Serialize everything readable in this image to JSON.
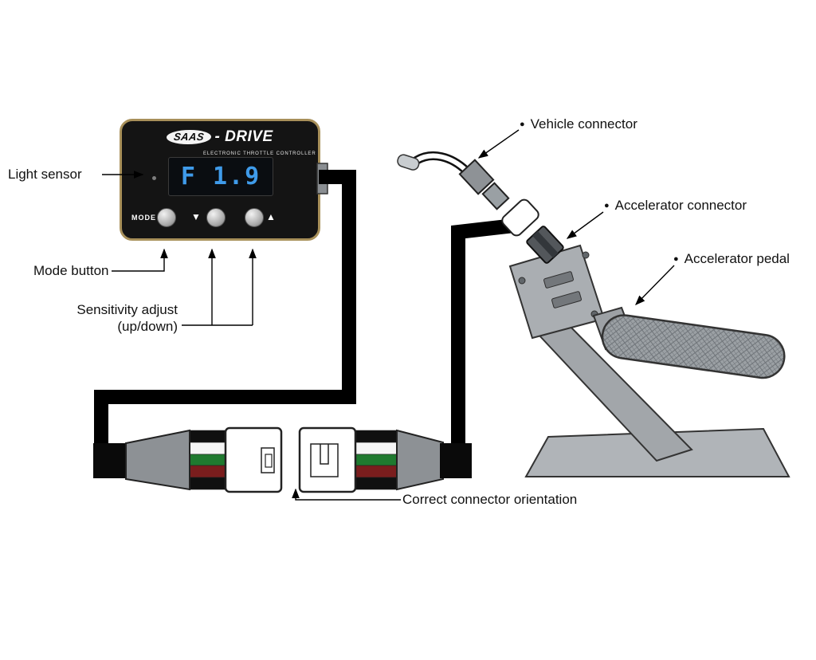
{
  "device": {
    "brand": "SAAS",
    "brand_suffix": "- DRIVE",
    "subtitle": "ELECTRONIC THROTTLE CONTROLLER",
    "display_value": "F 1.9",
    "mode_label": "MODE",
    "down_glyph": "▼",
    "up_glyph": "▲"
  },
  "labels": {
    "bullet": "●",
    "light_sensor": "Light sensor",
    "mode_button": "Mode button",
    "sensitivity_line1": "Sensitivity adjust",
    "sensitivity_line2": "(up/down)",
    "vehicle_connector": "Vehicle connector",
    "accelerator_connector": "Accelerator connector",
    "accelerator_pedal": "Accelerator pedal",
    "correct_orientation": "Correct connector orientation"
  },
  "colors": {
    "device_border": "#a8905a",
    "device_body": "#141414",
    "display_text": "#3f9bea",
    "cable": "#000000",
    "wire_colors": [
      "#101010",
      "#f5f5f5",
      "#1f7a2f",
      "#7a1d1d",
      "#101010"
    ]
  }
}
